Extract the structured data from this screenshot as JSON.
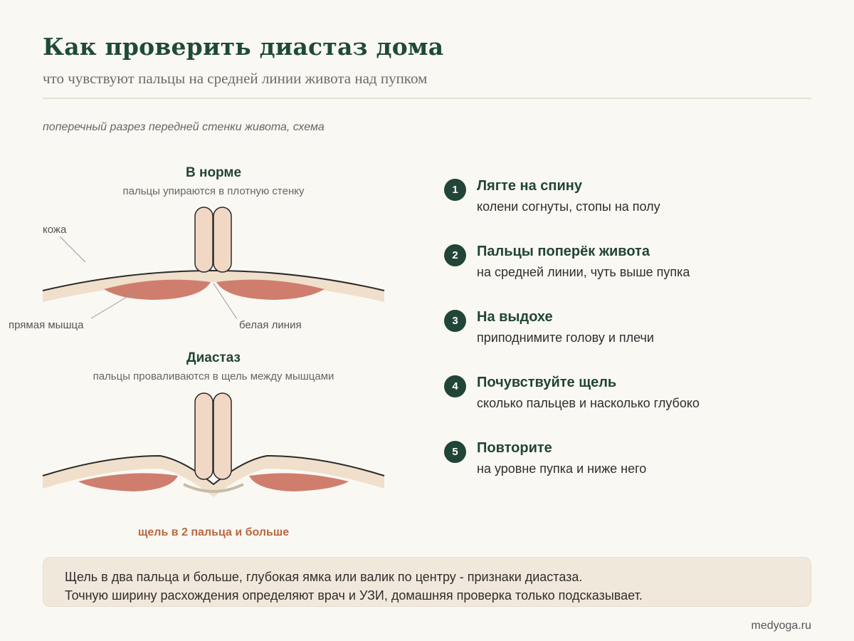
{
  "title": "Как проверить диастаз дома",
  "subtitle": "что чувствуют пальцы на средней линии живота над пупком",
  "caption": "поперечный разрез передней стенки живота, схема",
  "normal": {
    "heading": "В норме",
    "sub": "пальцы упираются в плотную стенку",
    "label_skin": "кожа",
    "label_muscle": "прямая мышца",
    "label_linea": "белая линия"
  },
  "diastasis": {
    "heading": "Диастаз",
    "sub": "пальцы проваливаются в щель между мышцами",
    "gap_label": "щель в 2 пальца и больше"
  },
  "steps": [
    {
      "num": "1",
      "title": "Лягте на спину",
      "desc": "колени согнуты, стопы на полу"
    },
    {
      "num": "2",
      "title": "Пальцы поперёк живота",
      "desc": "на средней линии, чуть выше пупка"
    },
    {
      "num": "3",
      "title": "На выдохе",
      "desc": "приподнимите голову и плечи"
    },
    {
      "num": "4",
      "title": "Почувствуйте щель",
      "desc": "сколько пальцев и насколько глубоко"
    },
    {
      "num": "5",
      "title": "Повторите",
      "desc": "на уровне пупка и ниже него"
    }
  ],
  "note": {
    "line1": "Щель в два пальца и больше, глубокая ямка или валик по центру - признаки диастаза.",
    "line2": "Точную ширину расхождения определяют врач и УЗИ, домашняя проверка только подсказывает."
  },
  "credit": "medyoga.ru",
  "colors": {
    "accent": "#1f4a38",
    "muscle": "#cf7e6e",
    "skin": "#f0dfcb",
    "finger": "#f1d8c5",
    "gap_label": "#b8683f",
    "note_bg": "#f1e8dc"
  }
}
